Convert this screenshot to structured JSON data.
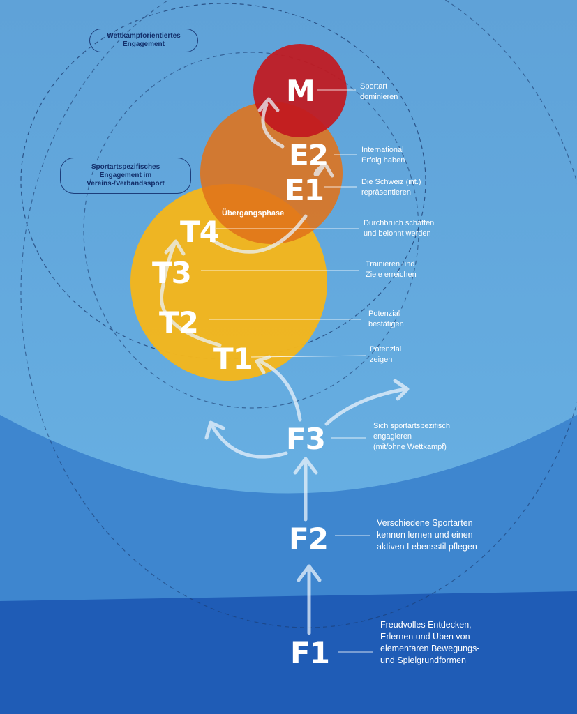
{
  "pills": {
    "competitive": "Wettkampforientiertes\nEngagement",
    "club": "Sportartspezifisches\nEngagement im\nVereins-/Verbandssport"
  },
  "transition_label": "Übergangsphase",
  "stages": [
    {
      "id": "M",
      "label": "M",
      "desc": "Sportart\ndominieren"
    },
    {
      "id": "E2",
      "label": "E2",
      "desc": "International\nErfolg haben"
    },
    {
      "id": "E1",
      "label": "E1",
      "desc": "Die Schweiz (int.)\nrepräsentieren"
    },
    {
      "id": "T4",
      "label": "T4",
      "desc": "Durchbruch schaffen\nund belohnt werden"
    },
    {
      "id": "T3",
      "label": "T3",
      "desc": "Trainieren und\nZiele erreichen"
    },
    {
      "id": "T2",
      "label": "T2",
      "desc": "Potenzial\nbestätigen"
    },
    {
      "id": "T1",
      "label": "T1",
      "desc": "Potenzial\nzeigen"
    },
    {
      "id": "F3",
      "label": "F3",
      "desc": "Sich sportartspezifisch\nengagieren\n(mit/ohne Wettkampf)"
    },
    {
      "id": "F2",
      "label": "F2",
      "desc": "Verschiedene Sportarten\nkennen lernen und einen\naktiven Lebensstil pflegen"
    },
    {
      "id": "F1",
      "label": "F1",
      "desc": "Freudvolles Entdecken,\nErlernen und Üben von\nelementaren Bewegungs-\nund Spielgrundformen"
    }
  ],
  "colors": {
    "mastery": "#c0191f",
    "elite": "#e2751a",
    "talent": "#f2b31c",
    "sky": "#5aa3dc",
    "mid_band": "#3f86d0",
    "bottom_band": "#1e5bb8"
  }
}
